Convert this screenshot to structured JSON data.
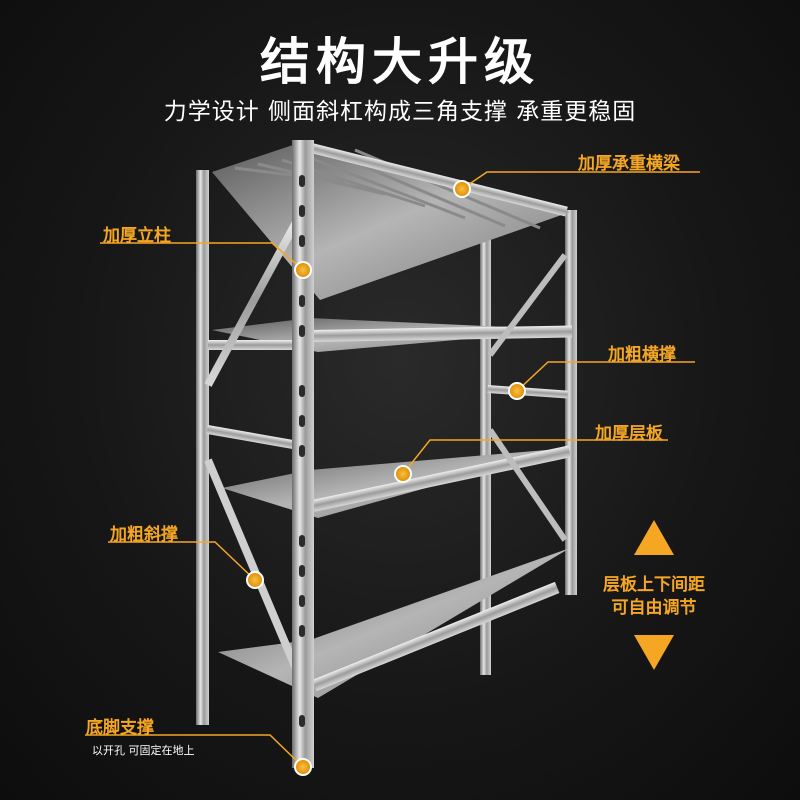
{
  "title": "结构大升级",
  "subtitle": "力学设计  侧面斜杠构成三角支撑  承重更稳固",
  "callouts": {
    "beam": "加厚承重横梁",
    "post": "加厚立柱",
    "crossbar": "加粗横撑",
    "shelf": "加厚层板",
    "diagonal": "加粗斜撑",
    "foot": "底脚支撑",
    "foot_note": "以开孔 可固定在地上"
  },
  "adjust": {
    "line1": "层板上下间距",
    "line2": "可自由调节"
  },
  "colors": {
    "accent": "#f5a623",
    "background": "#121212",
    "text": "#ffffff"
  }
}
